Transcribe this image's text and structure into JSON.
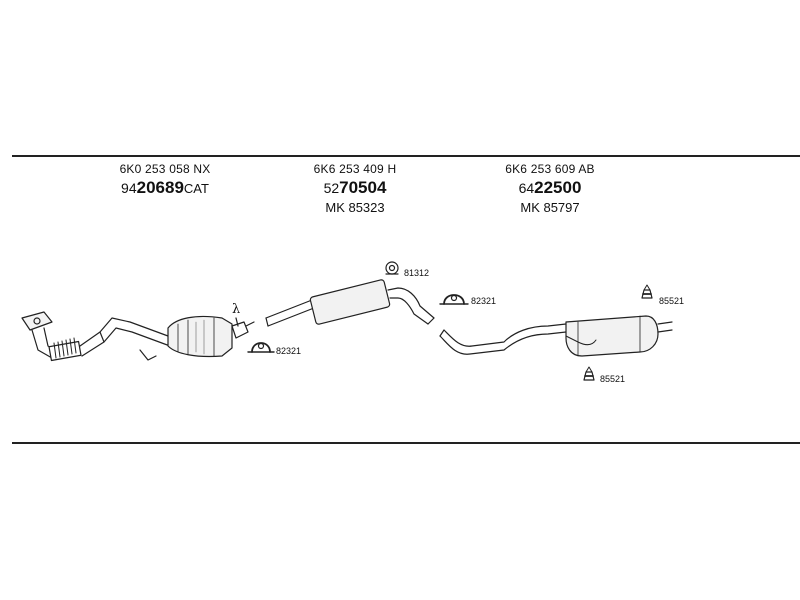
{
  "parts": [
    {
      "oe_number": "6K0 253 058 NX",
      "part_prefix": "94",
      "part_main": "20689",
      "part_suffix": "CAT",
      "mk_number": ""
    },
    {
      "oe_number": "6K6 253 409 H",
      "part_prefix": "52",
      "part_main": "70504",
      "part_suffix": "",
      "mk_number": "MK  85323"
    },
    {
      "oe_number": "6K6 253 609 AB",
      "part_prefix": "64",
      "part_main": "22500",
      "part_suffix": "",
      "mk_number": "MK  85797"
    }
  ],
  "callouts": {
    "clamp_left": "82321",
    "gasket_top": "81312",
    "clamp_right": "82321",
    "mount_upper": "85521",
    "mount_lower": "85521",
    "sensor_symbol": "λ"
  }
}
